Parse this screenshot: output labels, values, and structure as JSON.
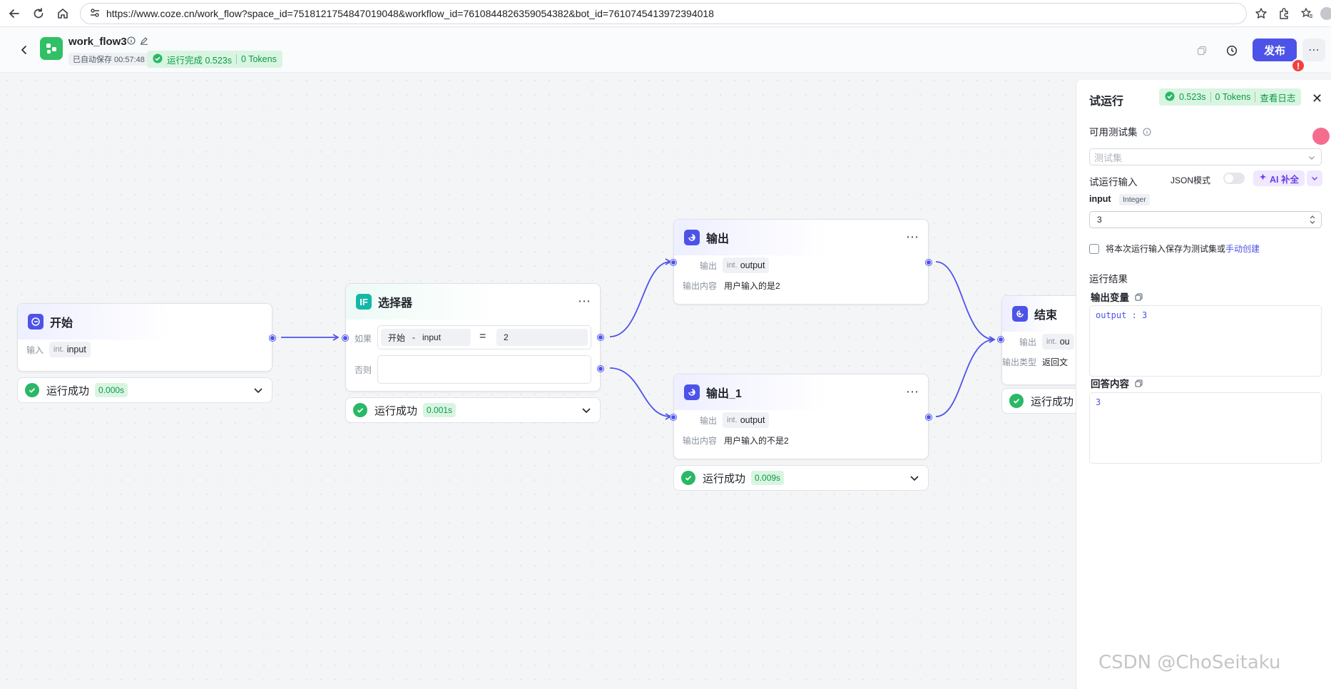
{
  "browser": {
    "url": "https://www.coze.cn/work_flow?space_id=7518121754847019048&workflow_id=7610844826359054382&bot_id=7610745413972394018"
  },
  "header": {
    "title": "work_flow3",
    "autosave": "已自动保存 00:57:48",
    "run_status": "运行完成 0.523s",
    "run_tokens": "0 Tokens",
    "publish_label": "发布",
    "alert_count": "!"
  },
  "nodes": {
    "start": {
      "title": "开始",
      "input_label": "输入",
      "input_type": "int.",
      "input_name": "input",
      "status": "运行成功",
      "duration": "0.000s"
    },
    "selector": {
      "title": "选择器",
      "icon_text": "IF",
      "if_label": "如果",
      "else_label": "否则",
      "cond_left_node": "开始",
      "cond_dash": "-",
      "cond_left_var": "input",
      "cond_op": "=",
      "cond_right": "2",
      "status": "运行成功",
      "duration": "0.001s"
    },
    "output": {
      "title": "输出",
      "output_label": "输出",
      "output_type": "int.",
      "output_name": "output",
      "content_label": "输出内容",
      "content": "用户输入的是2"
    },
    "output1": {
      "title": "输出_1",
      "output_label": "输出",
      "output_type": "int.",
      "output_name": "output",
      "content_label": "输出内容",
      "content": "用户输入的不是2",
      "status": "运行成功",
      "duration": "0.009s"
    },
    "end": {
      "title": "结束",
      "output_label": "输出",
      "output_type": "int.",
      "output_name": "ou",
      "type_label": "输出类型",
      "type_value": "返回文",
      "status": "运行成功"
    }
  },
  "panel": {
    "title": "试运行",
    "badge_time": "0.523s",
    "badge_tokens": "0 Tokens",
    "badge_log": "查看日志",
    "testset_label": "可用测试集",
    "testset_placeholder": "测试集",
    "input_section": "试运行输入",
    "json_mode": "JSON模式",
    "ai_fill": "AI 补全",
    "input_name": "input",
    "input_type": "Integer",
    "input_value": "3",
    "save_text": "将本次运行输入保存为测试集或",
    "save_link": "手动创建",
    "result_title": "运行结果",
    "output_var_label": "输出变量",
    "output_var_value": "output : 3",
    "answer_label": "回答内容",
    "answer_value": "3"
  },
  "watermark": "CSDN @ChoSeitaku",
  "colors": {
    "accent": "#4d53e8",
    "success": "#29b866",
    "success_bg": "#d9f5e2",
    "logo": "#31c065"
  }
}
